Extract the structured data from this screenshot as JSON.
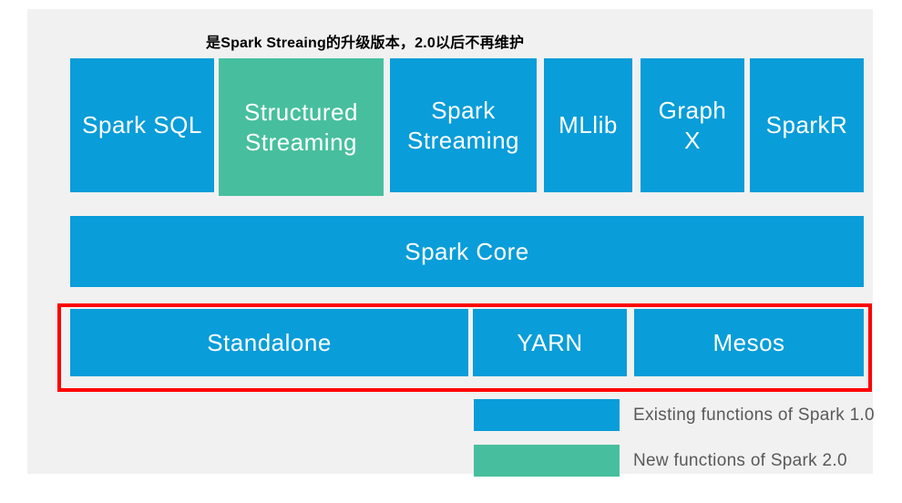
{
  "annotation": {
    "text": "是Spark Streaing的升级版本，2.0以后不再维护"
  },
  "colors": {
    "existing": "#099dd9",
    "new": "#47bf9e",
    "highlight": "#ff0000",
    "panel": "#f1f1f1",
    "legend_text": "#595959"
  },
  "diagram": {
    "top_row": [
      {
        "label": "Spark SQL",
        "type": "existing"
      },
      {
        "label": "Structured Streaming",
        "type": "new"
      },
      {
        "label": "Spark Streaming",
        "type": "existing"
      },
      {
        "label": "MLlib",
        "type": "existing"
      },
      {
        "label": "Graph X",
        "type": "existing"
      },
      {
        "label": "SparkR",
        "type": "existing"
      }
    ],
    "core_row": {
      "label": "Spark Core"
    },
    "cluster_row": [
      {
        "label": "Standalone"
      },
      {
        "label": "YARN"
      },
      {
        "label": "Mesos"
      }
    ]
  },
  "legend": [
    {
      "label": "Existing functions of Spark 1.0",
      "swatch": "existing"
    },
    {
      "label": "New functions of Spark 2.0",
      "swatch": "new"
    }
  ]
}
